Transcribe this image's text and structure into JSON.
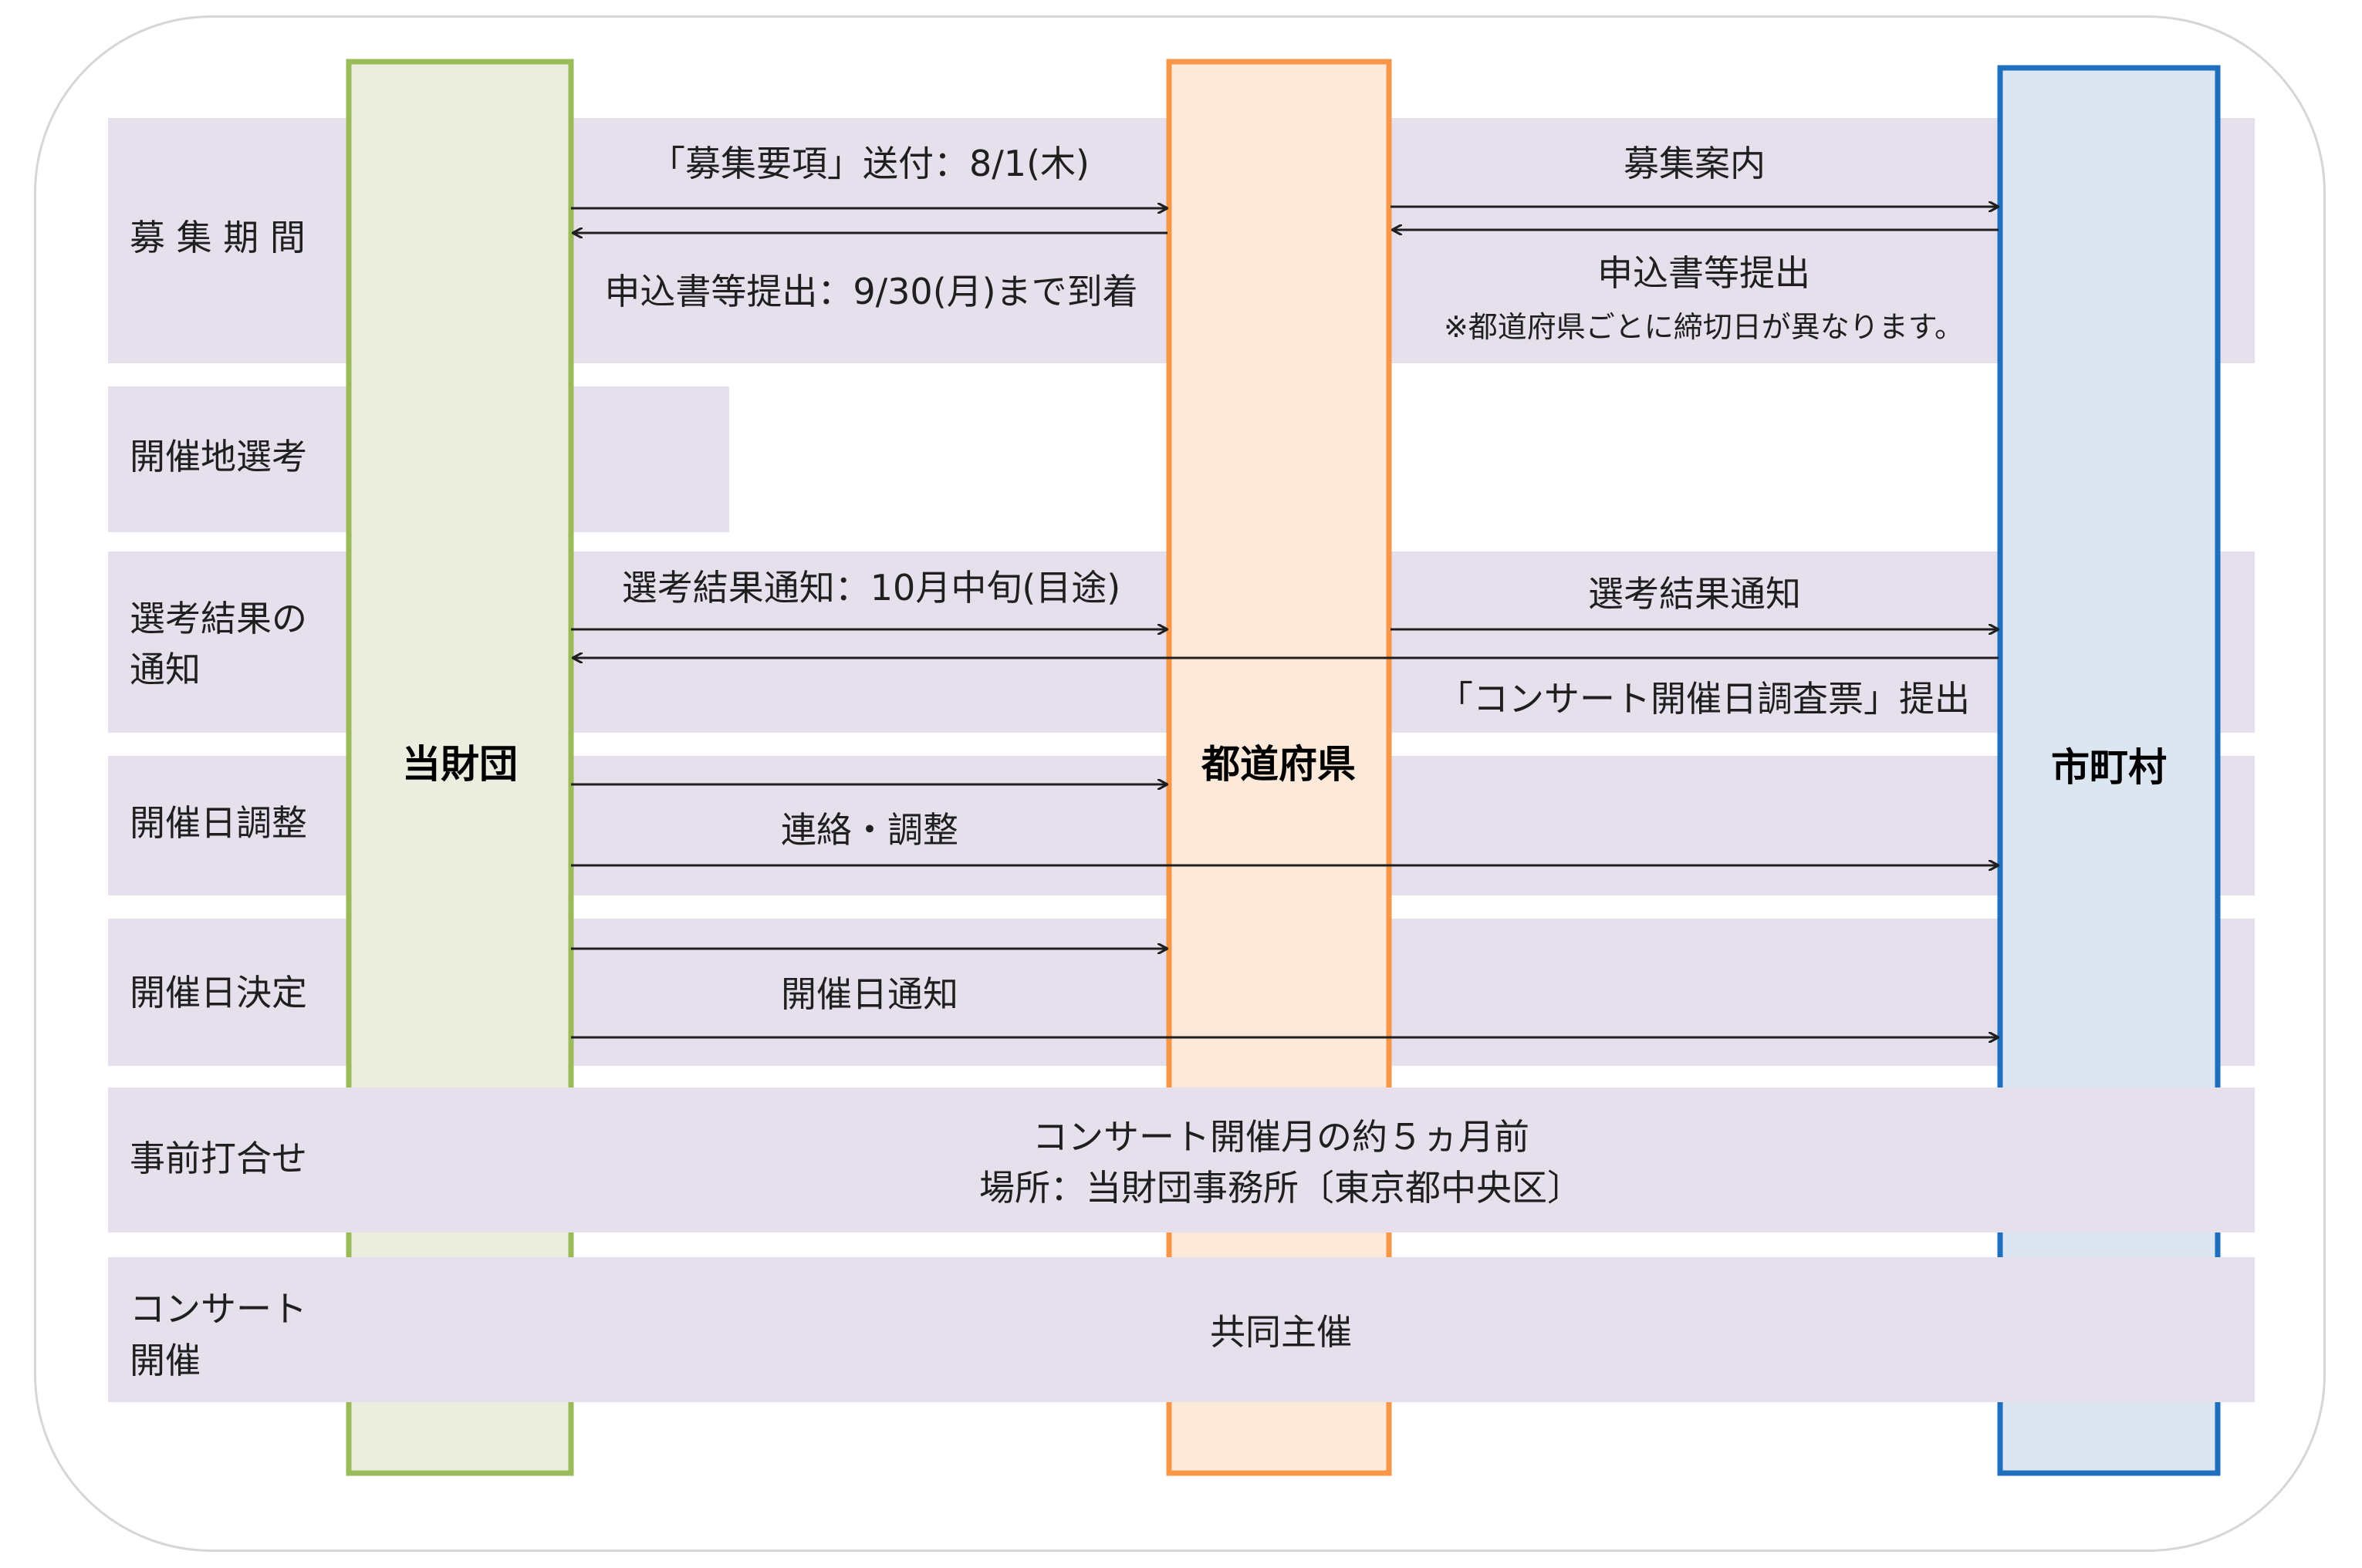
{
  "actors": [
    {
      "id": "zaidan",
      "label": "当財団",
      "fill": "#ebeedf",
      "stroke": "#9bbb59"
    },
    {
      "id": "todofuken",
      "label": "都道府県",
      "fill": "#fde9d9",
      "stroke": "#f79646"
    },
    {
      "id": "shichoson",
      "label": "市町村",
      "fill": "#dce6f1",
      "stroke": "#1f6fbf"
    }
  ],
  "band_color": "#e5e0ec",
  "rows": [
    {
      "id": "boshu",
      "label": [
        "募 集 期 間"
      ]
    },
    {
      "id": "senko",
      "label": [
        "開催地選考"
      ]
    },
    {
      "id": "kekka",
      "label": [
        "選考結果の",
        "通知"
      ]
    },
    {
      "id": "chosei",
      "label": [
        "開催日調整"
      ]
    },
    {
      "id": "kettei",
      "label": [
        "開催日決定"
      ]
    },
    {
      "id": "uchiawase",
      "label": [
        "事前打合せ"
      ]
    },
    {
      "id": "concert",
      "label": [
        "コンサート",
        "開催"
      ]
    }
  ],
  "messages": {
    "boshu_send": "「募集要項」送付：8/1(木)",
    "boshu_apply": "申込書等提出：9/30(月)まで到着",
    "annai": "募集案内",
    "apply_city": "申込書等提出",
    "deadline_note": "※都道府県ごとに締切日が異なります。",
    "kekka_notice": "選考結果通知：10月中旬(目途)",
    "kekka_city": "選考結果通知",
    "chosahyo": "「コンサート開催日調査票」提出",
    "renraku": "連絡・調整",
    "tsuchi": "開催日通知",
    "uchiawase_1": "コンサート開催月の約５ヵ月前",
    "uchiawase_2": "場所：当財団事務所〔東京都中央区〕",
    "kyodo": "共同主催"
  }
}
